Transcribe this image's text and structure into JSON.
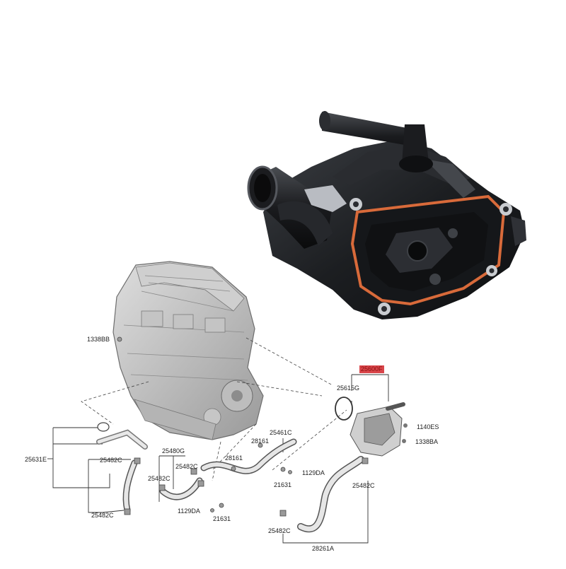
{
  "labels": {
    "p1338BB": "1338BB",
    "p25600F": "25600F",
    "p25615G": "25615G",
    "p1140ES": "1140ES",
    "p1338BA": "1338BA",
    "p25461C": "25461C",
    "p28161a": "28161",
    "p28161b": "28161",
    "p1129DAa": "1129DA",
    "p21631a": "21631",
    "p25482Ca": "25482C",
    "p25480G": "25480G",
    "p25482Cb": "25482C",
    "p25482Cc": "25482C",
    "p25631E": "25631E",
    "p25482Cd": "25482C",
    "p25482Ce": "25482C",
    "p1129DAb": "1129DA",
    "p21631b": "21631",
    "p25482Cf": "25482C",
    "p28261A": "28261A"
  },
  "highlight_color": "#d9454a"
}
